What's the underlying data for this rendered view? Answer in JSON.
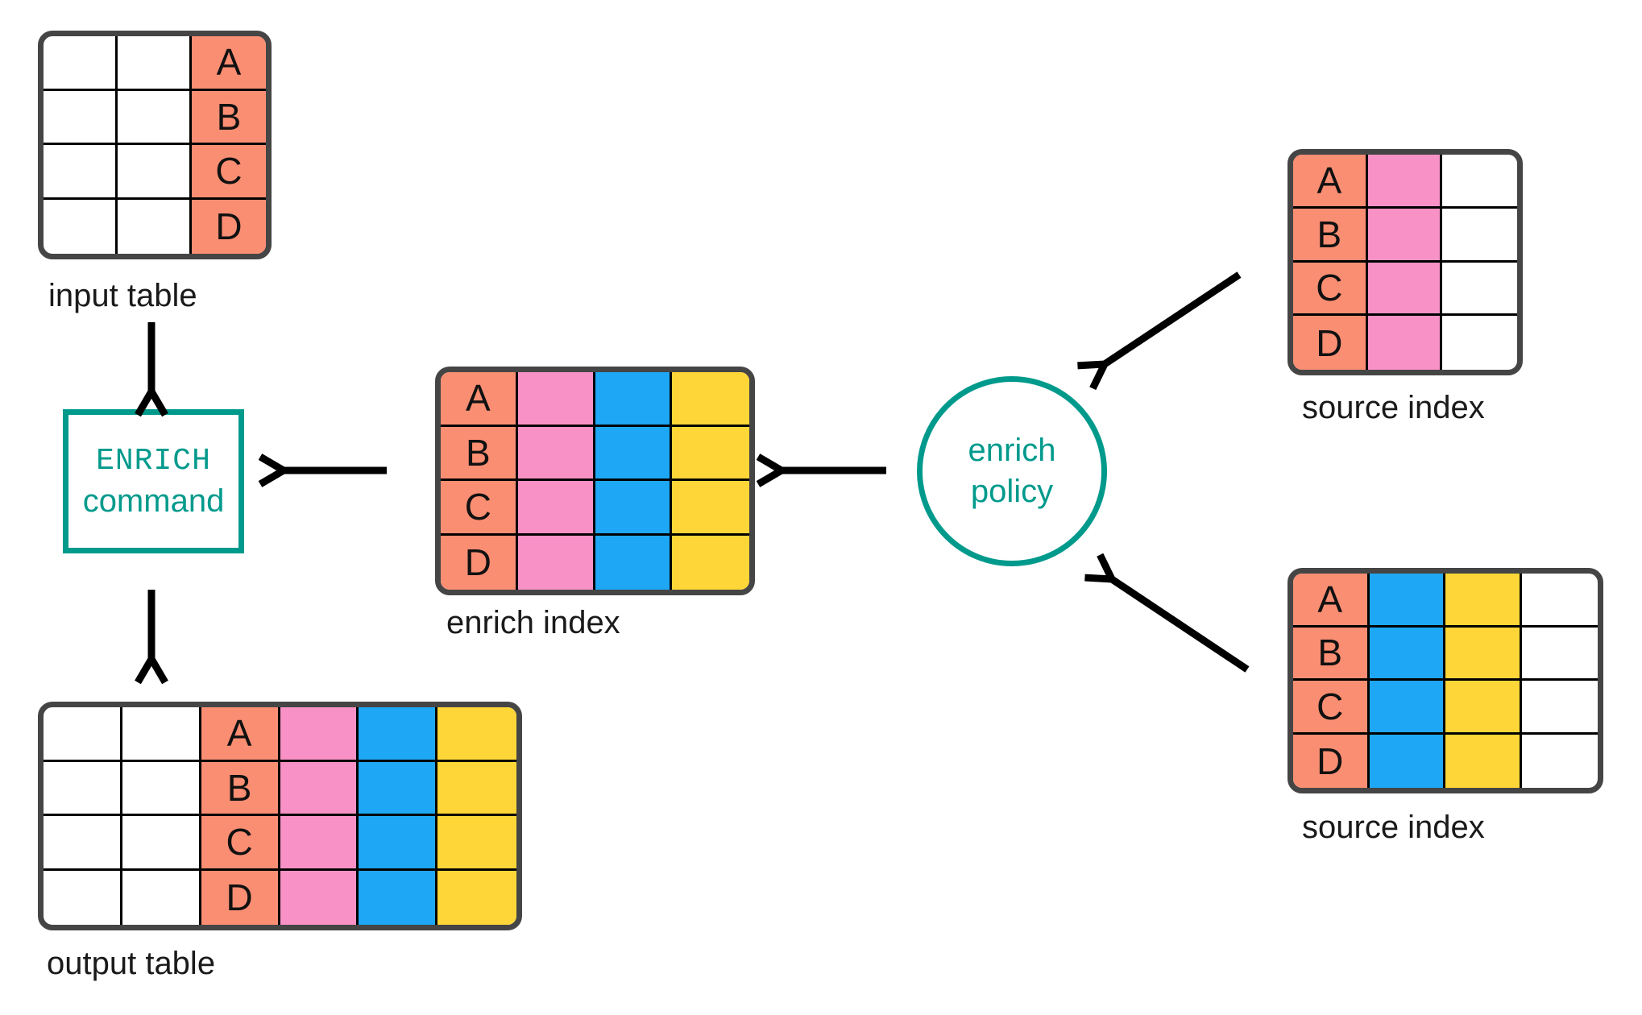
{
  "diagram": {
    "colors": {
      "salmon": "#FA8E73",
      "pink": "#F892C6",
      "blue": "#1EA7F4",
      "yellow": "#FFD637",
      "teal": "#009A8C",
      "border": "#454545",
      "grid": "#000000",
      "ink": "#000000",
      "label": "#1A1A1A"
    },
    "nodes": {
      "input_table": {
        "name": "input table",
        "keys": [
          "A",
          "B",
          "C",
          "D"
        ],
        "columns": [
          "white",
          "white",
          "salmon"
        ],
        "key_column": 2
      },
      "enrich_command": {
        "title": "ENRICH",
        "subtitle": "command"
      },
      "output_table": {
        "name": "output table",
        "keys": [
          "A",
          "B",
          "C",
          "D"
        ],
        "columns": [
          "white",
          "white",
          "salmon",
          "pink",
          "blue",
          "yellow"
        ],
        "key_column": 2
      },
      "enrich_index": {
        "name": "enrich index",
        "keys": [
          "A",
          "B",
          "C",
          "D"
        ],
        "columns": [
          "salmon",
          "pink",
          "blue",
          "yellow"
        ],
        "key_column": 0
      },
      "enrich_policy": {
        "line1": "enrich",
        "line2": "policy"
      },
      "source_index_top": {
        "name": "source index",
        "keys": [
          "A",
          "B",
          "C",
          "D"
        ],
        "columns": [
          "salmon",
          "pink",
          "white"
        ],
        "key_column": 0
      },
      "source_index_bottom": {
        "name": "source index",
        "keys": [
          "A",
          "B",
          "C",
          "D"
        ],
        "columns": [
          "salmon",
          "blue",
          "yellow",
          "white"
        ],
        "key_column": 0
      }
    }
  }
}
